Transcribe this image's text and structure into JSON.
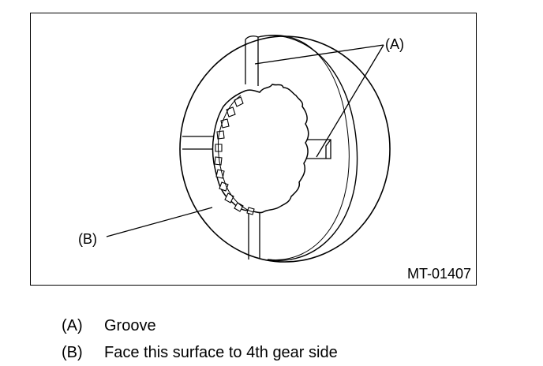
{
  "figure": {
    "id_label": "MT-01407",
    "callouts": {
      "a": "(A)",
      "b": "(B)"
    },
    "line_color": "#000000",
    "background_color": "#ffffff"
  },
  "legend": [
    {
      "key": "(A)",
      "text": "Groove"
    },
    {
      "key": "(B)",
      "text": "Face this surface to 4th gear side"
    }
  ]
}
